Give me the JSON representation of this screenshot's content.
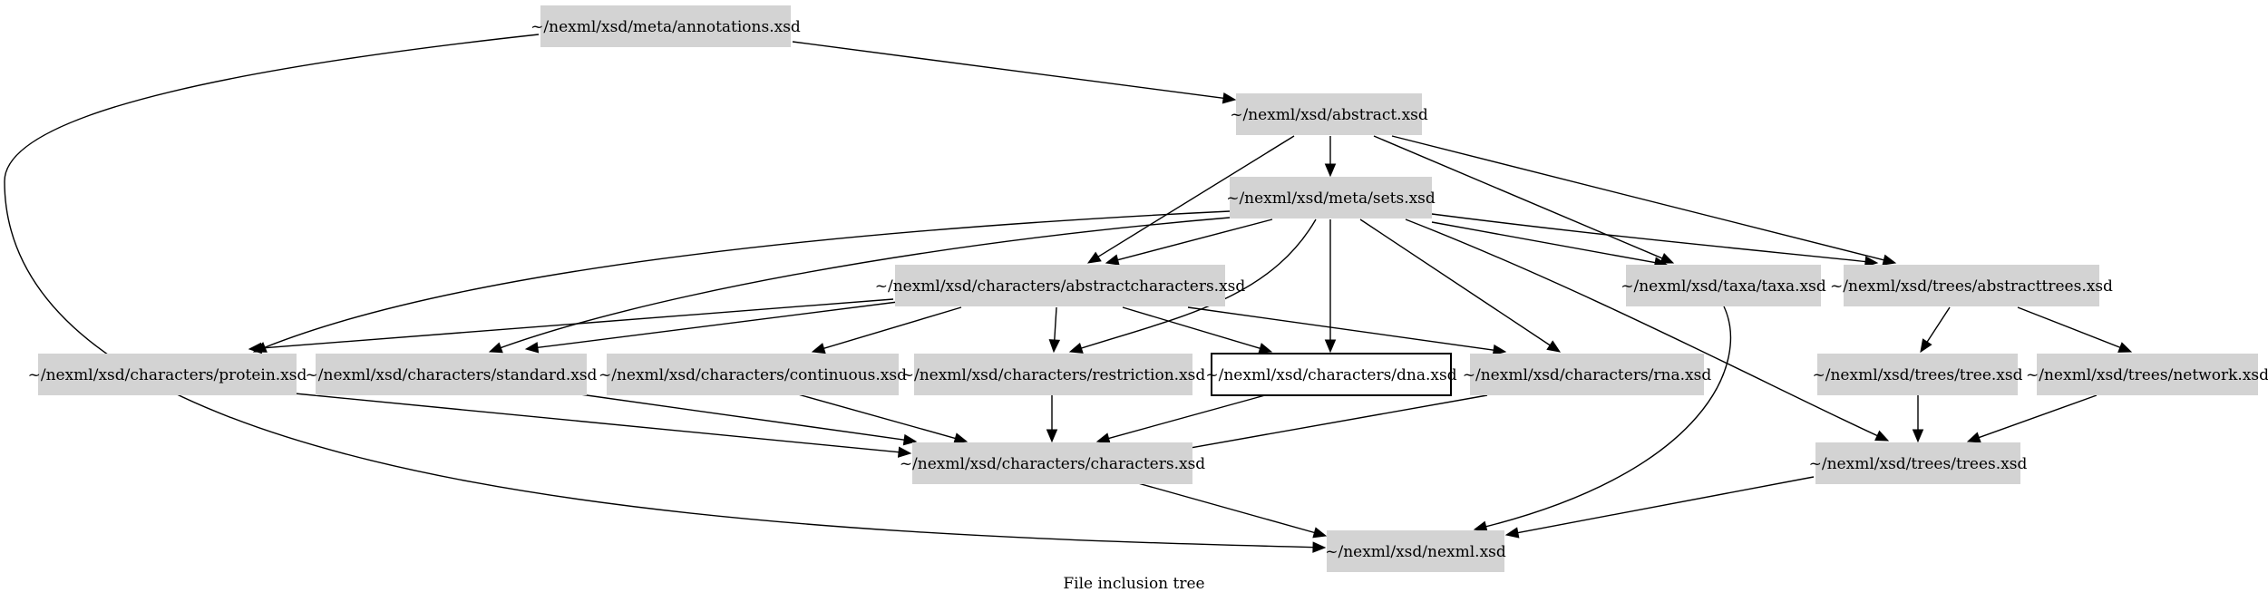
{
  "diagram": {
    "caption": "File inclusion tree",
    "colors": {
      "node_fill": "#d3d3d3",
      "highlight_fill": "#ffffff",
      "edge": "#000000"
    },
    "nodes": [
      {
        "id": "annotations",
        "label": "~/nexml/xsd/meta/annotations.xsd"
      },
      {
        "id": "abstract",
        "label": "~/nexml/xsd/abstract.xsd"
      },
      {
        "id": "sets",
        "label": "~/nexml/xsd/meta/sets.xsd"
      },
      {
        "id": "abstractcharacters",
        "label": "~/nexml/xsd/characters/abstractcharacters.xsd"
      },
      {
        "id": "taxa",
        "label": "~/nexml/xsd/taxa/taxa.xsd"
      },
      {
        "id": "abstracttrees",
        "label": "~/nexml/xsd/trees/abstracttrees.xsd"
      },
      {
        "id": "protein",
        "label": "~/nexml/xsd/characters/protein.xsd"
      },
      {
        "id": "standard",
        "label": "~/nexml/xsd/characters/standard.xsd"
      },
      {
        "id": "continuous",
        "label": "~/nexml/xsd/characters/continuous.xsd"
      },
      {
        "id": "restriction",
        "label": "~/nexml/xsd/characters/restriction.xsd"
      },
      {
        "id": "dna",
        "label": "~/nexml/xsd/characters/dna.xsd",
        "highlight": true
      },
      {
        "id": "rna",
        "label": "~/nexml/xsd/characters/rna.xsd"
      },
      {
        "id": "tree",
        "label": "~/nexml/xsd/trees/tree.xsd"
      },
      {
        "id": "network",
        "label": "~/nexml/xsd/trees/network.xsd"
      },
      {
        "id": "characters",
        "label": "~/nexml/xsd/characters/characters.xsd"
      },
      {
        "id": "trees",
        "label": "~/nexml/xsd/trees/trees.xsd"
      },
      {
        "id": "nexml",
        "label": "~/nexml/xsd/nexml.xsd"
      }
    ],
    "edges": [
      {
        "from": "annotations",
        "to": "abstract"
      },
      {
        "from": "annotations",
        "to": "nexml"
      },
      {
        "from": "abstract",
        "to": "sets"
      },
      {
        "from": "abstract",
        "to": "abstractcharacters"
      },
      {
        "from": "abstract",
        "to": "taxa"
      },
      {
        "from": "abstract",
        "to": "abstracttrees"
      },
      {
        "from": "sets",
        "to": "abstractcharacters"
      },
      {
        "from": "sets",
        "to": "protein"
      },
      {
        "from": "sets",
        "to": "standard"
      },
      {
        "from": "sets",
        "to": "restriction"
      },
      {
        "from": "sets",
        "to": "dna"
      },
      {
        "from": "sets",
        "to": "rna"
      },
      {
        "from": "sets",
        "to": "taxa"
      },
      {
        "from": "sets",
        "to": "abstracttrees"
      },
      {
        "from": "sets",
        "to": "trees"
      },
      {
        "from": "abstractcharacters",
        "to": "protein"
      },
      {
        "from": "abstractcharacters",
        "to": "standard"
      },
      {
        "from": "abstractcharacters",
        "to": "continuous"
      },
      {
        "from": "abstractcharacters",
        "to": "restriction"
      },
      {
        "from": "abstractcharacters",
        "to": "dna"
      },
      {
        "from": "abstractcharacters",
        "to": "rna"
      },
      {
        "from": "abstracttrees",
        "to": "tree"
      },
      {
        "from": "abstracttrees",
        "to": "network"
      },
      {
        "from": "protein",
        "to": "characters"
      },
      {
        "from": "standard",
        "to": "characters"
      },
      {
        "from": "continuous",
        "to": "characters"
      },
      {
        "from": "restriction",
        "to": "characters"
      },
      {
        "from": "dna",
        "to": "characters"
      },
      {
        "from": "rna",
        "to": "characters"
      },
      {
        "from": "tree",
        "to": "trees"
      },
      {
        "from": "network",
        "to": "trees"
      },
      {
        "from": "characters",
        "to": "nexml"
      },
      {
        "from": "trees",
        "to": "nexml"
      },
      {
        "from": "taxa",
        "to": "nexml"
      }
    ]
  }
}
